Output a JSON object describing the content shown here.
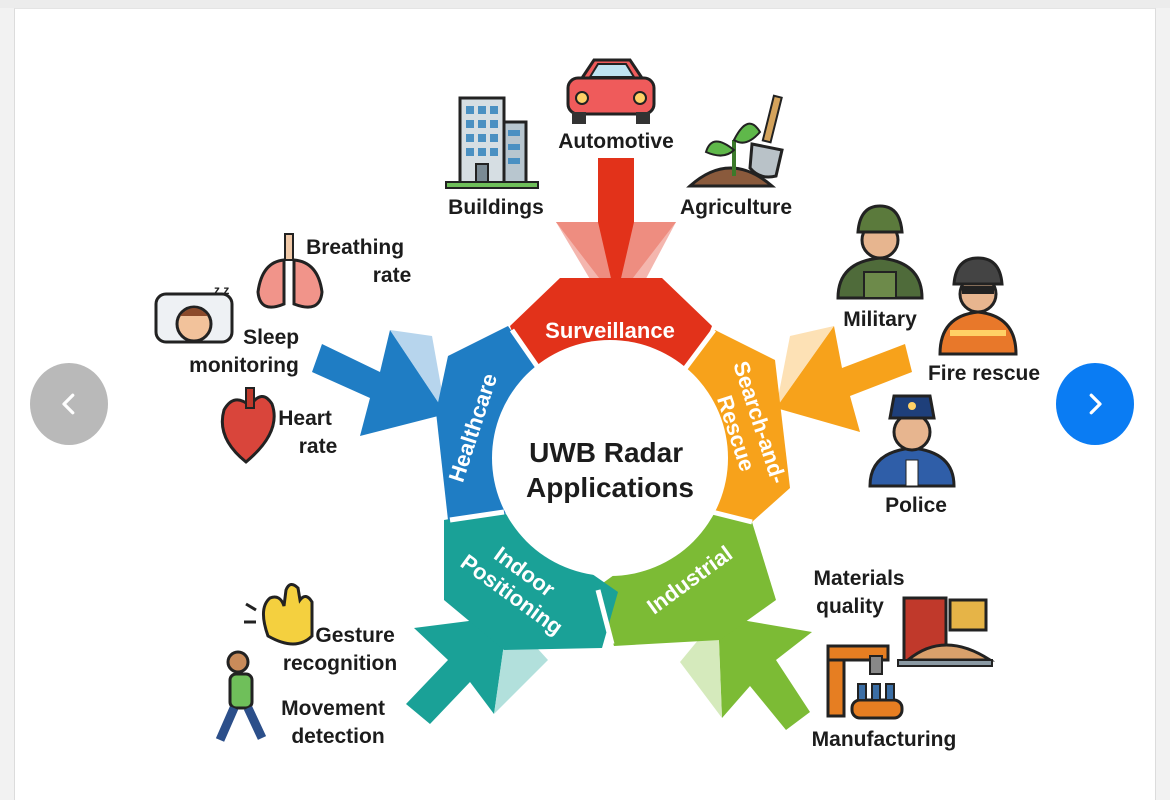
{
  "center_title": [
    "UWB Radar",
    "Applications"
  ],
  "colors": {
    "surveillance": "#e2321a",
    "search_rescue": "#f7a21b",
    "industrial": "#7cbb35",
    "indoor_positioning": "#1aa197",
    "healthcare": "#1f7dc4",
    "nav_prev": "#b9b9b9",
    "nav_next": "#0a7cf3"
  },
  "segments": {
    "surveillance": "Surveillance",
    "search_rescue": [
      "Search-and-",
      "Rescue"
    ],
    "industrial": "Industrial",
    "indoor_positioning": [
      "Indoor",
      "Positioning"
    ],
    "healthcare": "Healthcare"
  },
  "labels": {
    "automotive": "Automotive",
    "buildings": "Buildings",
    "agriculture": "Agriculture",
    "military": "Military",
    "fire_rescue": "Fire rescue",
    "police": "Police",
    "materials_quality": [
      "Materials",
      "quality"
    ],
    "manufacturing": "Manufacturing",
    "gesture_recognition": [
      "Gesture",
      "recognition"
    ],
    "movement_detection": [
      "Movement",
      "detection"
    ],
    "breathing_rate": [
      "Breathing",
      "rate"
    ],
    "sleep_monitoring": [
      "Sleep",
      "monitoring"
    ],
    "heart_rate": [
      "Heart",
      "rate"
    ]
  },
  "nav": {
    "prev_icon": "chevron-left-icon",
    "next_icon": "chevron-right-icon"
  }
}
